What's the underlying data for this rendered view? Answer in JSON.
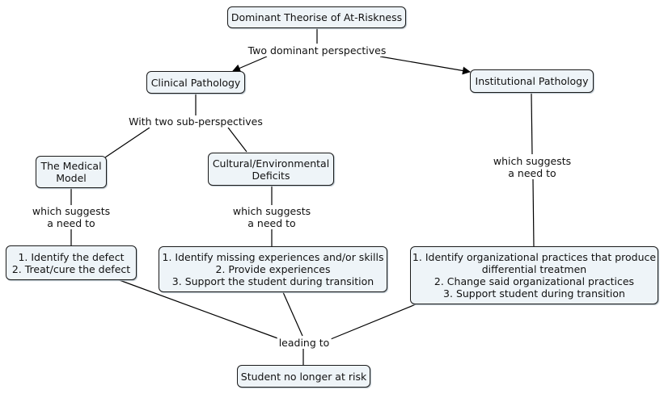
{
  "nodes": {
    "root": "Dominant Theorise of At-Riskness",
    "clinical": "Clinical Pathology",
    "institutional": "Institutional Pathology",
    "medical": [
      "The Medical",
      "Model"
    ],
    "cultural": [
      "Cultural/Environmental",
      "Deficits"
    ],
    "medical_steps": [
      "1. Identify the defect",
      "2. Treat/cure the defect"
    ],
    "cultural_steps": [
      "1. Identify missing experiences and/or skills",
      "2. Provide experiences",
      "3. Support the student during transition"
    ],
    "institutional_steps": [
      "1. Identify organizational practices that produce",
      "differential treatmen",
      "2. Change said organizational practices",
      "3. Support student during transition"
    ],
    "outcome": "Student no longer at risk"
  },
  "links": {
    "two_perspectives": "Two dominant perspectives",
    "two_sub": "With two sub-perspectives",
    "suggests_medical": [
      "which suggests",
      "a need to"
    ],
    "suggests_cultural": [
      "which suggests",
      "a need to"
    ],
    "suggests_institutional": [
      "which suggests",
      "a need to"
    ],
    "leading_to": "leading to"
  }
}
